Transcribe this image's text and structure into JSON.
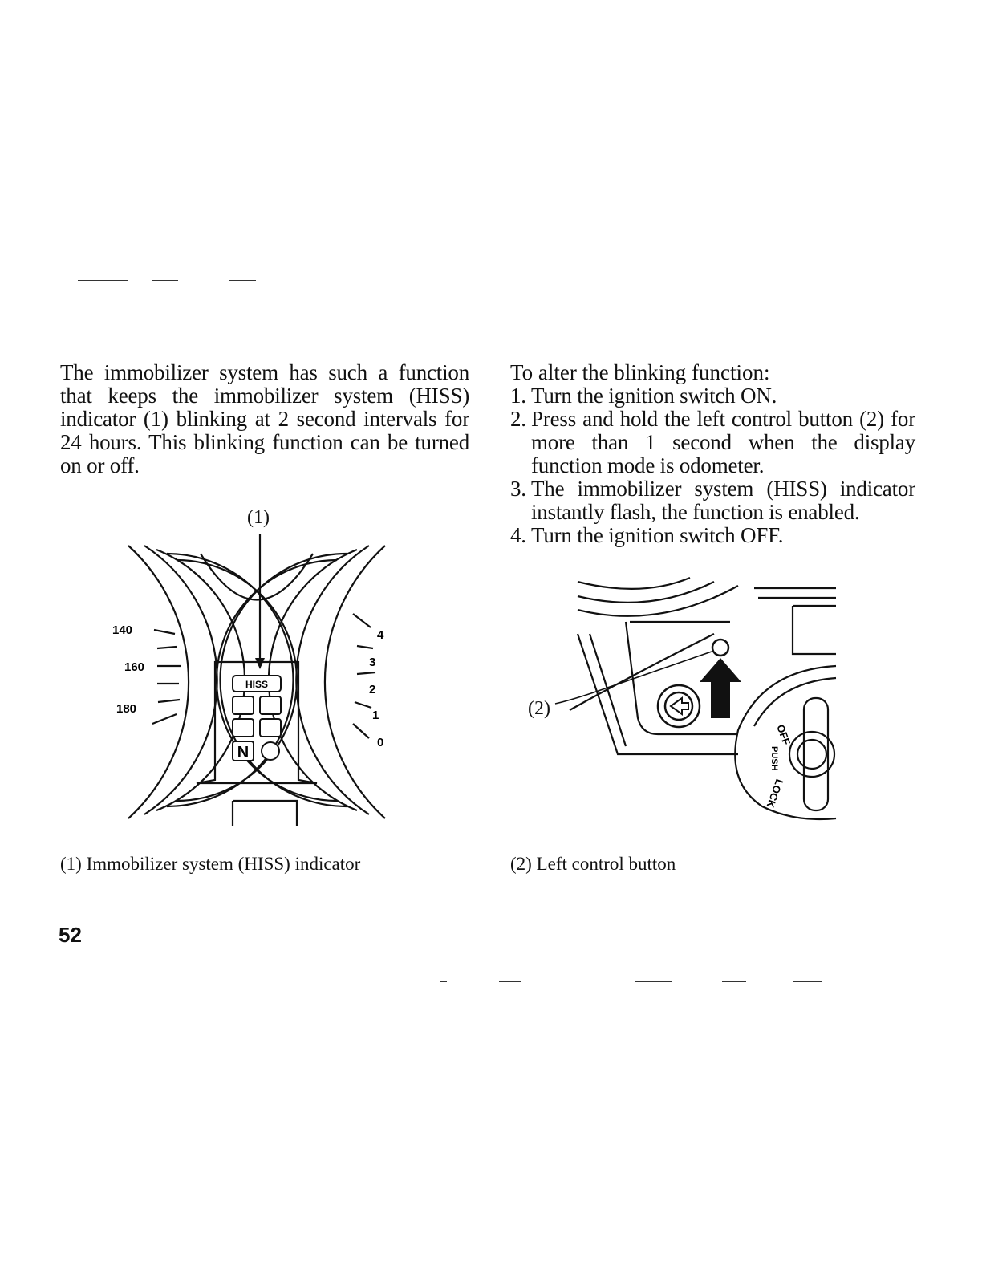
{
  "left_column": {
    "paragraph": "The immobilizer system has such a function that keeps the immobilizer system (HISS) indicator (1) blinking at 2 second intervals for 24 hours. This blinking function can be turned on or off."
  },
  "right_column": {
    "heading": "To alter the blinking function:",
    "steps": [
      {
        "num": "1.",
        "text": "Turn the ignition switch ON."
      },
      {
        "num": "2.",
        "text": "Press and hold the left control button (2) for more than 1 second when the display function mode is odometer."
      },
      {
        "num": "3.",
        "text": "The immobilizer system (HISS) indicator instantly flash, the function is enabled."
      },
      {
        "num": "4.",
        "text": "Turn the ignition switch OFF."
      }
    ]
  },
  "figure_left": {
    "callout": "(1)",
    "speedo_ticks": [
      "140",
      "160",
      "180"
    ],
    "tacho_ticks": [
      "4",
      "3",
      "2",
      "1",
      "0"
    ],
    "hiss_text": "HISS",
    "neutral_text": "N",
    "caption": "(1)  Immobilizer system (HISS) indicator"
  },
  "figure_right": {
    "callout": "(2)",
    "ignition_labels": [
      "OFF",
      "PUSH",
      "LOCK"
    ],
    "caption": "(2)  Left control button"
  },
  "page_number": "52"
}
